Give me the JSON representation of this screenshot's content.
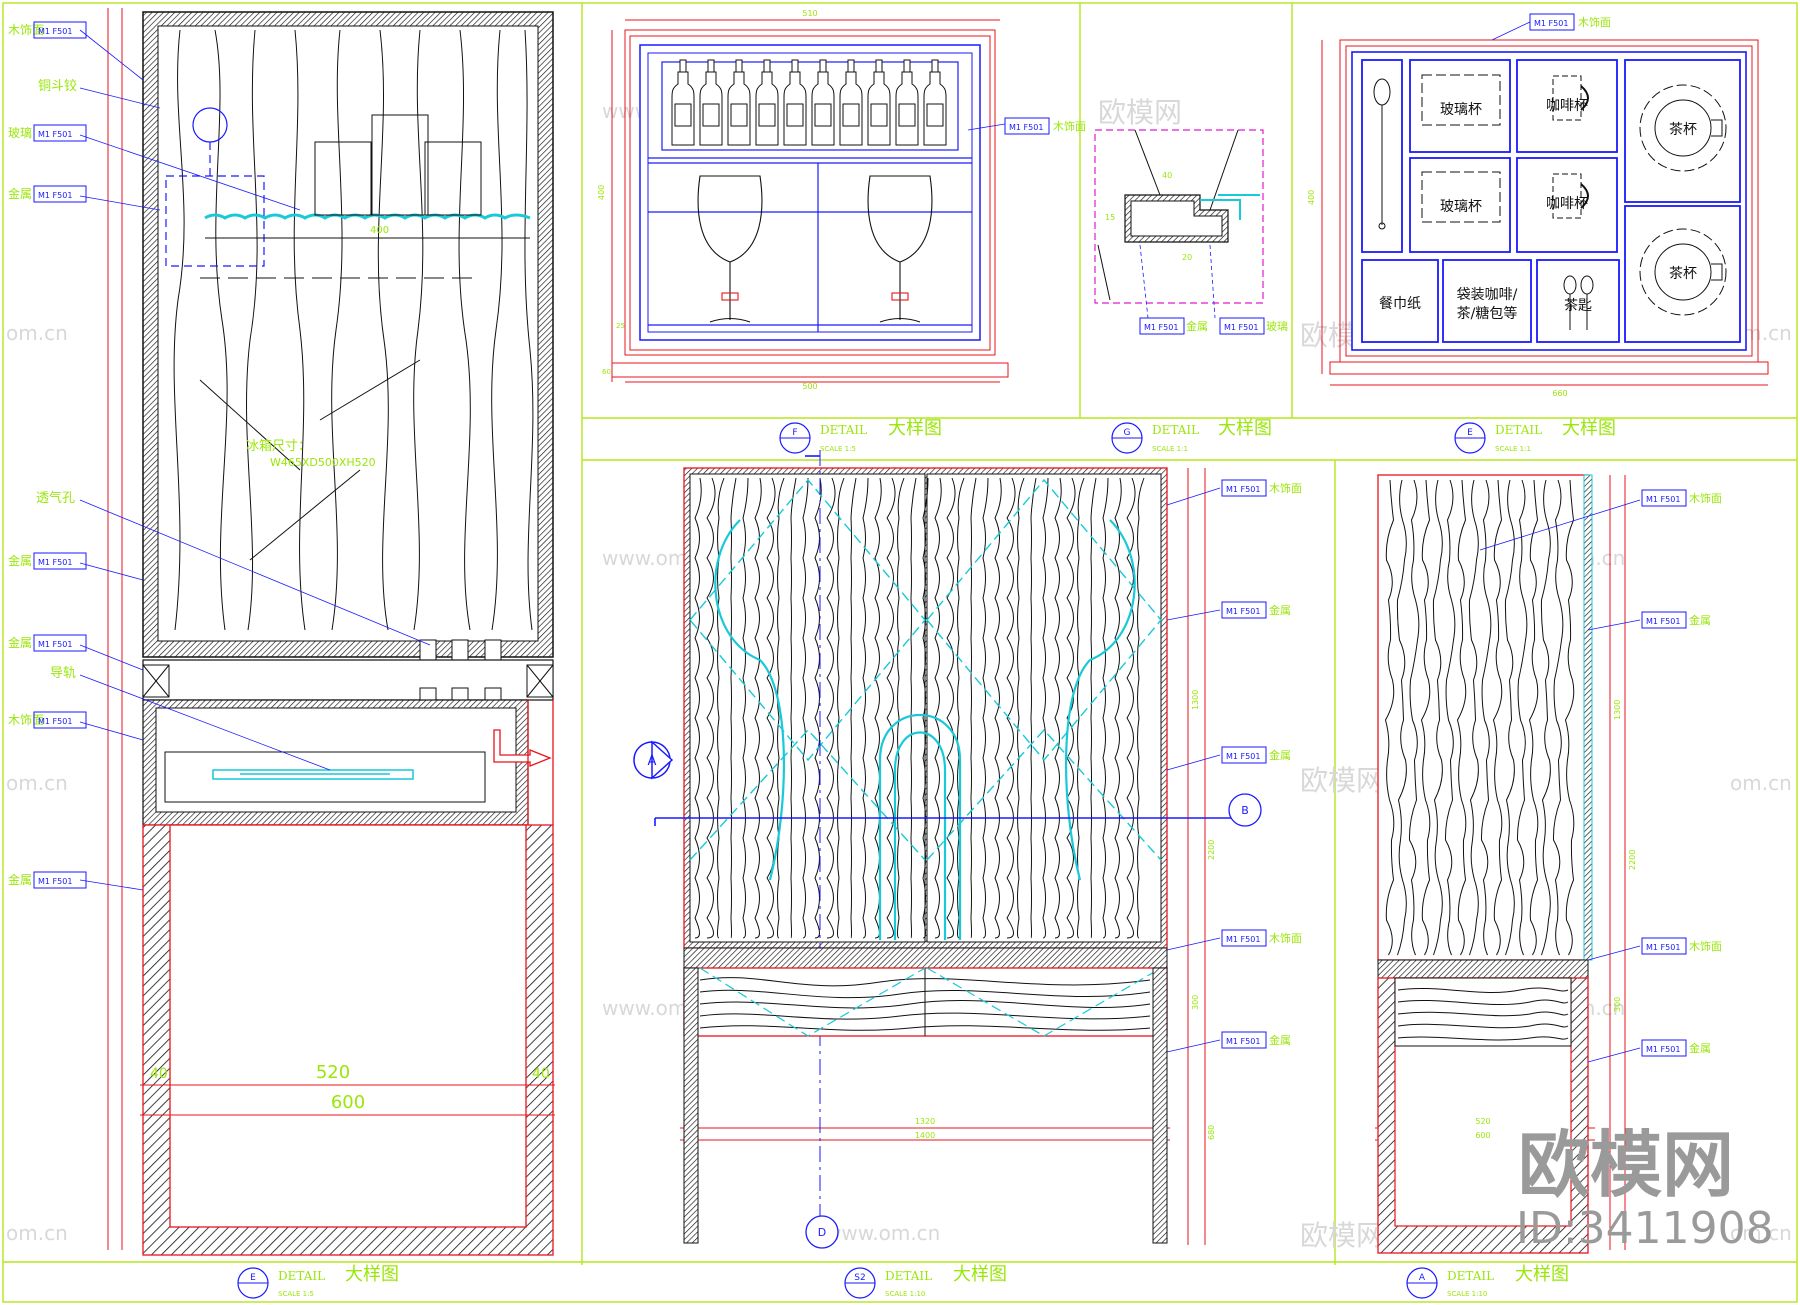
{
  "drawing": {
    "colors": {
      "border": "#b5e61d",
      "cut_red": "#e8141c",
      "annot_green": "#9ae60a",
      "tag_blue": "#1a1aff",
      "cyan": "#17c9d9",
      "black": "#111111",
      "watermark": "#d8d8d8"
    },
    "watermarks": {
      "brand": "欧模网",
      "site": "www.om.cn",
      "site_short": "om.cn",
      "id": "ID:3411908"
    },
    "left_section": {
      "labels": [
        "木饰面",
        "铜斗铰",
        "玻璃",
        "金属",
        "透气孔",
        "金属",
        "金属",
        "导轨",
        "木饰面",
        "金属"
      ],
      "tag_code": "M1 F501",
      "dims": {
        "inner": "520",
        "outer": "600",
        "side_left": "40",
        "side_right": "40",
        "shelf": "400"
      },
      "note_line1": "冰箱尺寸：",
      "note_line2": "W465XD500XH520",
      "title": {
        "word": "DETAIL",
        "name": "大样图",
        "mark": "E",
        "scale": "SCALE   1:5"
      }
    },
    "wine_detail": {
      "label": "木饰面",
      "dims": {
        "top": "510",
        "bottom": "500",
        "height": "400",
        "left1": "25",
        "left2": "60"
      },
      "title": {
        "word": "DETAIL",
        "name": "大样图",
        "mark": "F",
        "scale": "SCALE   1:5"
      }
    },
    "profile_detail": {
      "labels": [
        "金属",
        "玻璃"
      ],
      "dims": {
        "a": "40",
        "b": "20",
        "c": "15"
      },
      "title": {
        "word": "DETAIL",
        "name": "大样图",
        "mark": "G",
        "scale": "SCALE   1:1"
      }
    },
    "tray_detail": {
      "label": "木饰面",
      "cells": [
        "玻璃杯",
        "咖啡杯",
        "茶杯",
        "玻璃杯",
        "咖啡杯",
        "茶杯",
        "餐巾纸",
        "袋装咖啡/",
        "茶/糖包等",
        "茶匙"
      ],
      "dims": {
        "width": "660",
        "height": "400"
      },
      "title": {
        "word": "DETAIL",
        "name": "大样图",
        "mark": "E",
        "scale": "SCALE   1:1"
      }
    },
    "front_elevation": {
      "labels": [
        "木饰面",
        "金属",
        "金属",
        "木饰面",
        "金属"
      ],
      "dims": {
        "inner": "1320",
        "outer": "1400",
        "right_top": "1300",
        "right_total": "2200",
        "right_drawer": "300",
        "right_base": "680"
      },
      "section_marks": [
        "A",
        "B",
        "D"
      ],
      "title": {
        "word": "DETAIL",
        "name": "大样图",
        "mark": "S2",
        "scale": "SCALE   1:10"
      }
    },
    "side_elevation": {
      "labels": [
        "木饰面",
        "金属",
        "木饰面",
        "金属"
      ],
      "dims": {
        "inner": "520",
        "outer": "600",
        "right_top": "1300",
        "right_total": "2200",
        "right_drawer": "300"
      },
      "title": {
        "word": "DETAIL",
        "name": "大样图",
        "mark": "A",
        "scale": "SCALE   1:10"
      }
    }
  }
}
